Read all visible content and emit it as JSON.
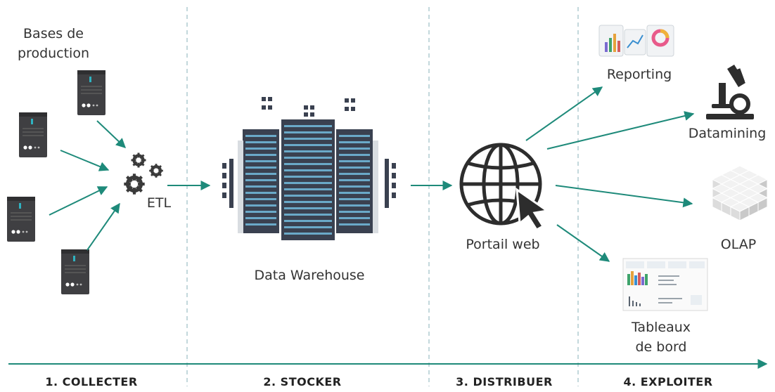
{
  "sources": {
    "label_line1": "Bases de",
    "label_line2": "production"
  },
  "etl": {
    "label": "ETL"
  },
  "warehouse": {
    "label": "Data Warehouse"
  },
  "portal": {
    "label": "Portail web"
  },
  "outputs": {
    "reporting": "Reporting",
    "datamining": "Datamining",
    "olap": "OLAP",
    "dashboards_line1": "Tableaux",
    "dashboards_line2": "de bord"
  },
  "steps": [
    "1. COLLECTER",
    "2. STOCKER",
    "3. DISTRIBUER",
    "4. EXPLOITER"
  ],
  "colors": {
    "accent": "#1e8a7a",
    "server": "#3f3f42",
    "server_led": "#2fb2c0",
    "building_dark": "#3a4150",
    "building_window": "#6aa9c8",
    "divider": "#9bbfc4"
  }
}
